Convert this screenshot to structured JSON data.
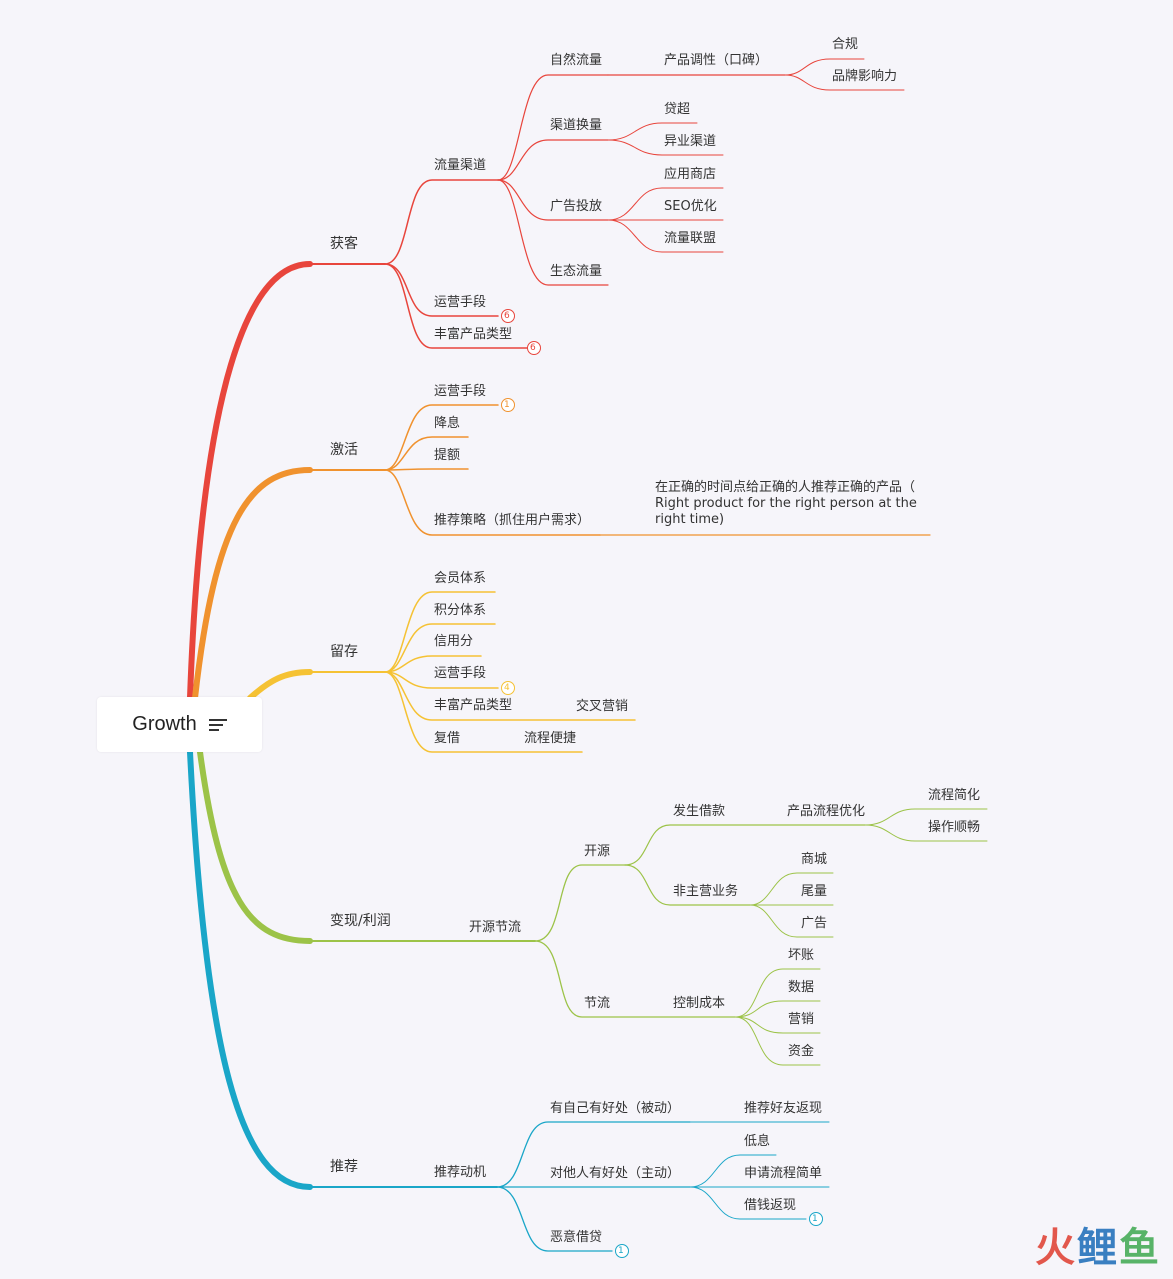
{
  "root": {
    "label": "Growth",
    "icon": "menu-lines-icon"
  },
  "colors": {
    "acquire": "#e8453c",
    "activate": "#f0922e",
    "retain": "#f5c234",
    "monetize": "#9cc348",
    "refer": "#1aa6c8"
  },
  "branches": {
    "acquire": {
      "label": "获客",
      "traffic": "流量渠道",
      "natural": "自然流量",
      "tone": "产品调性（口碑）",
      "compliance": "合规",
      "brand": "品牌影响力",
      "channel_swap": "渠道换量",
      "loan_super": "贷超",
      "other_channel": "异业渠道",
      "ads": "广告投放",
      "app_store": "应用商店",
      "seo": "SEO优化",
      "alliance": "流量联盟",
      "eco": "生态流量",
      "ops": "运营手段",
      "ops_count": "6",
      "rich": "丰富产品类型",
      "rich_count": "6"
    },
    "activate": {
      "label": "激活",
      "ops": "运营手段",
      "ops_count": "1",
      "rate_cut": "降息",
      "limit_up": "提额",
      "recommend": "推荐策略（抓住用户需求）",
      "recommend_detail": "在正确的时间点给正确的人推荐正确的产品（ Right product for the right person at the right time)"
    },
    "retain": {
      "label": "留存",
      "member": "会员体系",
      "points": "积分体系",
      "credit": "信用分",
      "ops": "运营手段",
      "ops_count": "4",
      "rich": "丰富产品类型",
      "cross": "交叉营销",
      "reborrow": "复借",
      "fast": "流程便捷"
    },
    "monetize": {
      "label": "变现/利润",
      "open_save": "开源节流",
      "open": "开源",
      "borrow": "发生借款",
      "flow_opt": "产品流程优化",
      "simplify": "流程简化",
      "smooth": "操作顺畅",
      "non_core": "非主营业务",
      "mall": "商城",
      "tail": "尾量",
      "ad": "广告",
      "save": "节流",
      "cost": "控制成本",
      "bad_debt": "坏账",
      "data": "数据",
      "marketing": "营销",
      "funds": "资金"
    },
    "refer": {
      "label": "推荐",
      "motive": "推荐动机",
      "self_benefit": "有自己有好处（被动）",
      "friend_cash": "推荐好友返现",
      "others_benefit": "对他人有好处（主动）",
      "low_rate": "低息",
      "simple_apply": "申请流程简单",
      "borrow_cash": "借钱返现",
      "borrow_cash_count": "1",
      "malicious": "恶意借贷",
      "malicious_count": "1"
    }
  },
  "watermark": {
    "part1": "火",
    "part2": "鲤",
    "part3": "鱼"
  }
}
